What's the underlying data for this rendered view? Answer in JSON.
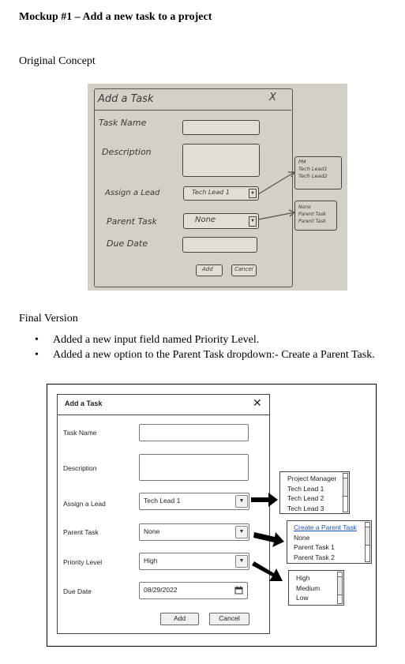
{
  "document": {
    "title": "Mockup #1 – Add a new task to a project",
    "original_label": "Original Concept",
    "final_label": "Final Version",
    "changes": [
      "Added a new input field named Priority Level.",
      "Added a new option to the Parent Task dropdown:- Create a Parent Task."
    ]
  },
  "sketch": {
    "title": "Add a Task",
    "close": "X",
    "task_name": "Task Name",
    "description": "Description",
    "assign_lead": "Assign a Lead",
    "lead_value": "Tech Lead 1",
    "parent_task": "Parent Task",
    "parent_value": "None",
    "due_date": "Due Date",
    "add": "Add",
    "cancel": "Cancel",
    "lead_options": [
      "PM",
      "Tech Lead1",
      "Tech Lead2"
    ],
    "parent_options": [
      "None",
      "Parent Task",
      "Parent Task"
    ]
  },
  "mockup": {
    "title": "Add a Task",
    "close": "✕",
    "task_name_label": "Task Name",
    "description_label": "Description",
    "lead_label": "Assign a Lead",
    "lead_value": "Tech Lead 1",
    "parent_label": "Parent Task",
    "parent_value": "None",
    "priority_label": "Priority Level",
    "priority_value": "High",
    "due_label": "Due Date",
    "due_value": "08/29/2022",
    "add_label": "Add",
    "cancel_label": "Cancel",
    "lead_options": [
      "Project Manager",
      "Tech Lead 1",
      "Tech Lead 2",
      "Tech Lead 3"
    ],
    "parent_options": [
      "Create a Parent Task",
      "None",
      "Parent Task 1",
      "Parent Task 2"
    ],
    "priority_options": [
      "High",
      "Medium",
      "Low"
    ]
  }
}
